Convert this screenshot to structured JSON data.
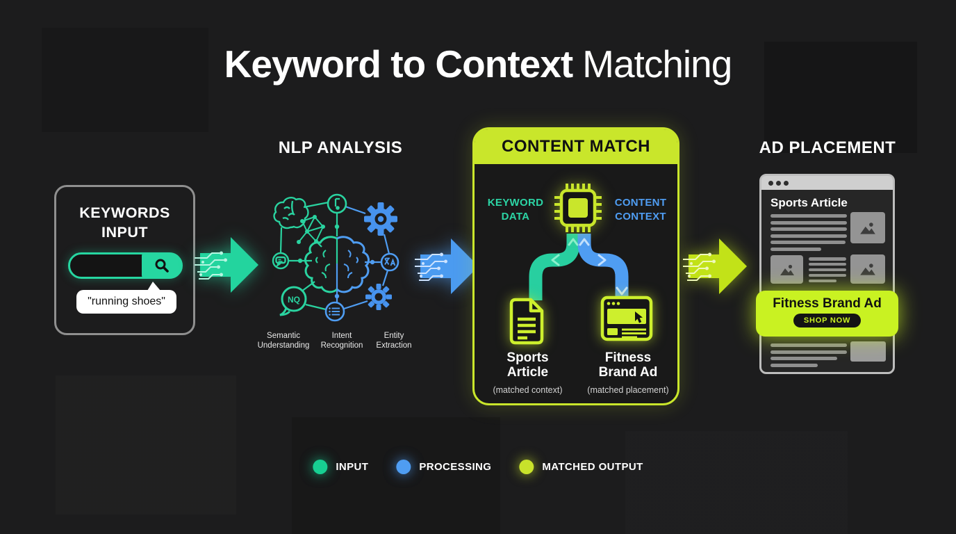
{
  "title": {
    "emphasis": "Keyword to Context",
    "rest": "Matching"
  },
  "keywords_input": {
    "heading_line1": "KEYWORDS",
    "heading_line2": "INPUT",
    "query_bubble": "\"running shoes\""
  },
  "nlp_analysis": {
    "heading": "NLP ANALYSIS",
    "badge": "NQ",
    "labels": [
      {
        "line1": "Semantic",
        "line2": "Understanding"
      },
      {
        "line1": "Intent",
        "line2": "Recognition"
      },
      {
        "line1": "Entity",
        "line2": "Extraction"
      }
    ]
  },
  "content_match": {
    "heading": "CONTENT MATCH",
    "left_line1": "KEYWORD",
    "left_line2": "DATA",
    "right_line1": "CONTENT",
    "right_line2": "CONTEXT",
    "outputs": [
      {
        "name_line1": "Sports",
        "name_line2": "Article",
        "note": "(matched context)"
      },
      {
        "name_line1": "Fitness",
        "name_line2": "Brand Ad",
        "note": "(matched placement)"
      }
    ]
  },
  "ad_placement": {
    "heading": "AD PLACEMENT",
    "page_title": "Sports Article",
    "ad_title": "Fitness Brand Ad",
    "ad_cta": "SHOP NOW"
  },
  "legend": [
    {
      "label": "INPUT",
      "color": "#17cf92"
    },
    {
      "label": "PROCESSING",
      "color": "#4f9df2"
    },
    {
      "label": "MATCHED OUTPUT",
      "color": "#c8e22b"
    }
  ],
  "colors": {
    "background": "#1c1c1d",
    "input_green": "#26d7a1",
    "processing_blue": "#4f9df2",
    "matched_yellow": "#c9e62b",
    "ad_banner_yellow": "#c9f222"
  },
  "icons": {
    "search": "magnifier",
    "chip": "processor-chip",
    "document": "document-lines",
    "ad_window": "browser-ad-with-cursor",
    "image_placeholder": "mountain-photo",
    "brain": "split-brain",
    "gear": "gear",
    "chat": "chat-bubble",
    "list": "list-lines",
    "pendulum": "pendulum",
    "language": "language-marks",
    "network": "node-mesh"
  }
}
